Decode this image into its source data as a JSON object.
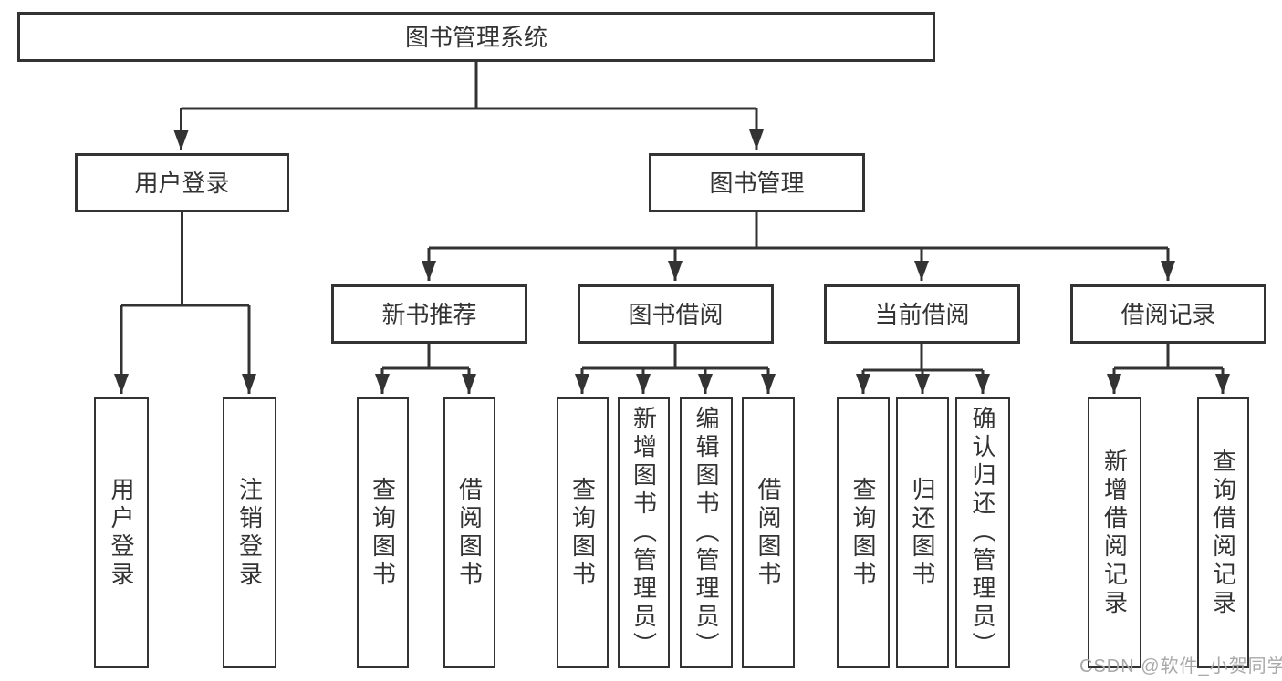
{
  "colors": {
    "line": "#333333",
    "text": "#333333",
    "watermark": "#a9a9a9",
    "background": "#ffffff"
  },
  "watermark": {
    "text": "CSDN @软件_小贺同学"
  },
  "tree": {
    "root": {
      "label": "图书管理系统"
    },
    "level2": [
      {
        "label": "用户登录"
      },
      {
        "label": "图书管理"
      }
    ],
    "user_login_children": [
      "用户登录",
      "注销登录"
    ],
    "book_management_groups": [
      {
        "label": "新书推荐",
        "children": [
          "查询图书",
          "借阅图书"
        ]
      },
      {
        "label": "图书借阅",
        "children": [
          "查询图书",
          "新增图书（管理员）",
          "编辑图书（管理员）",
          "借阅图书"
        ]
      },
      {
        "label": "当前借阅",
        "children": [
          "查询图书",
          "归还图书",
          "确认归还（管理员）"
        ]
      },
      {
        "label": "借阅记录",
        "children": [
          "新增借阅记录",
          "查询借阅记录"
        ]
      }
    ]
  }
}
